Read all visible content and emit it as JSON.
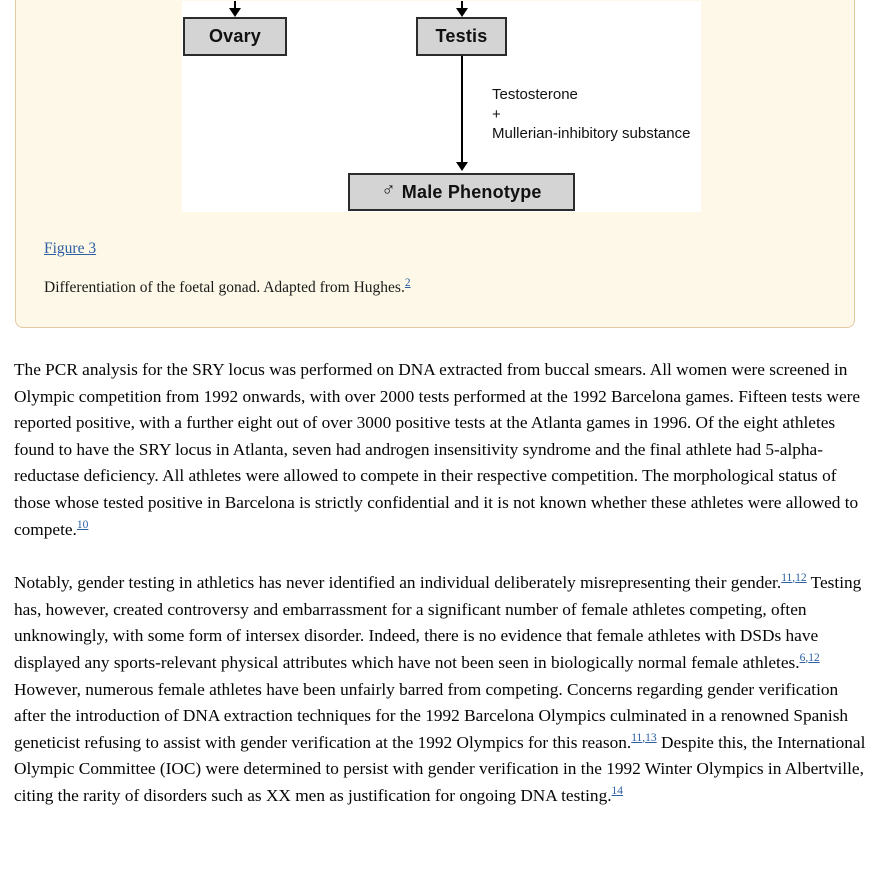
{
  "colors": {
    "figure_background": "#fdf8e7",
    "figure_border": "#e3c9a2",
    "diagram_background": "#ffffff",
    "node_fill": "#d4d4d4",
    "node_border": "#2b2b2b",
    "link_blue": "#2d5fa3",
    "body_text": "#050505"
  },
  "figure": {
    "diagram": {
      "ovary_label": "Ovary",
      "testis_label": "Testis",
      "male_symbol": "♂",
      "male_phenotype_label": "Male Phenotype",
      "annotation_lines": [
        "Testosterone",
        "+",
        "Mullerian-inhibitory substance"
      ]
    },
    "link_label": "Figure 3",
    "caption_text": "Differentiation of the foetal gonad. Adapted from Hughes.",
    "caption_ref": "2"
  },
  "content": {
    "paragraphs": [
      {
        "segments": [
          {
            "text": "The PCR analysis for the SRY locus was performed on DNA extracted from buccal smears. All women were screened in Olympic competition from 1992 onwards, with over 2000 tests performed at the 1992 Barcelona games. Fifteen tests were reported positive, with a further eight out of over 3000 positive tests at the Atlanta games in 1996. Of the eight athletes found to have the SRY locus in Atlanta, seven had androgen insensitivity syndrome and the final athlete had 5-alpha-reductase deficiency. All athletes were allowed to compete in their respective competition. The morphological status of those whose tested positive in Barcelona is strictly confidential and it is not known whether these athletes were allowed to compete."
          },
          {
            "refs": [
              "10"
            ]
          }
        ]
      },
      {
        "segments": [
          {
            "text": "Notably, gender testing in athletics has never identified an individual deliberately misrepresenting their gender."
          },
          {
            "refs": [
              "11",
              "12"
            ]
          },
          {
            "text": " Testing has, however, created controversy and embarrassment for a significant number of female athletes competing, often unknowingly, with some form of intersex disorder. Indeed, there is no evidence that female athletes with DSDs have displayed any sports-relevant physical attributes which have not been seen in biologically normal female athletes."
          },
          {
            "refs": [
              "6",
              "12"
            ]
          },
          {
            "text": " However, numerous female athletes have been unfairly barred from competing. Concerns regarding gender verification after the introduction of DNA extraction techniques for the 1992 Barcelona Olympics culminated in a renowned Spanish geneticist refusing to assist with gender verification at the 1992 Olympics for this reason."
          },
          {
            "refs": [
              "11",
              "13"
            ]
          },
          {
            "text": " Despite this, the International Olympic Committee (IOC) were determined to persist with gender verification in the 1992 Winter Olympics in Albertville, citing the rarity of disorders such as XX men as justification for ongoing DNA testing."
          },
          {
            "refs": [
              "14"
            ]
          }
        ]
      }
    ]
  }
}
